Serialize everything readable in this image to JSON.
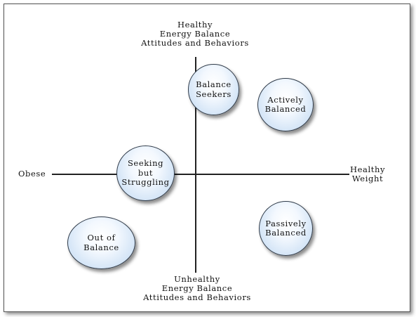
{
  "axes": {
    "top": [
      "Healthy",
      "Energy Balance",
      "Attitudes and Behaviors"
    ],
    "bottom": [
      "Unhealthy",
      "Energy Balance",
      "Attitudes and Behaviors"
    ],
    "left": [
      "Obese"
    ],
    "right": [
      "Healthy",
      "Weight"
    ]
  },
  "segments": [
    {
      "id": "balance-seekers",
      "lines": [
        "Balance",
        "Seekers"
      ]
    },
    {
      "id": "actively-balanced",
      "lines": [
        "Actively",
        "Balanced"
      ]
    },
    {
      "id": "seeking-but-struggling",
      "lines": [
        "Seeking",
        "but",
        "Struggling"
      ]
    },
    {
      "id": "passively-balanced",
      "lines": [
        "Passively",
        "Balanced"
      ]
    },
    {
      "id": "out-of-balance",
      "lines": [
        "Out of",
        "Balance"
      ]
    }
  ],
  "colors": {
    "bubble_fill": "#d6e6f7",
    "bubble_border": "#2f3a48",
    "axis_line": "#222222"
  }
}
